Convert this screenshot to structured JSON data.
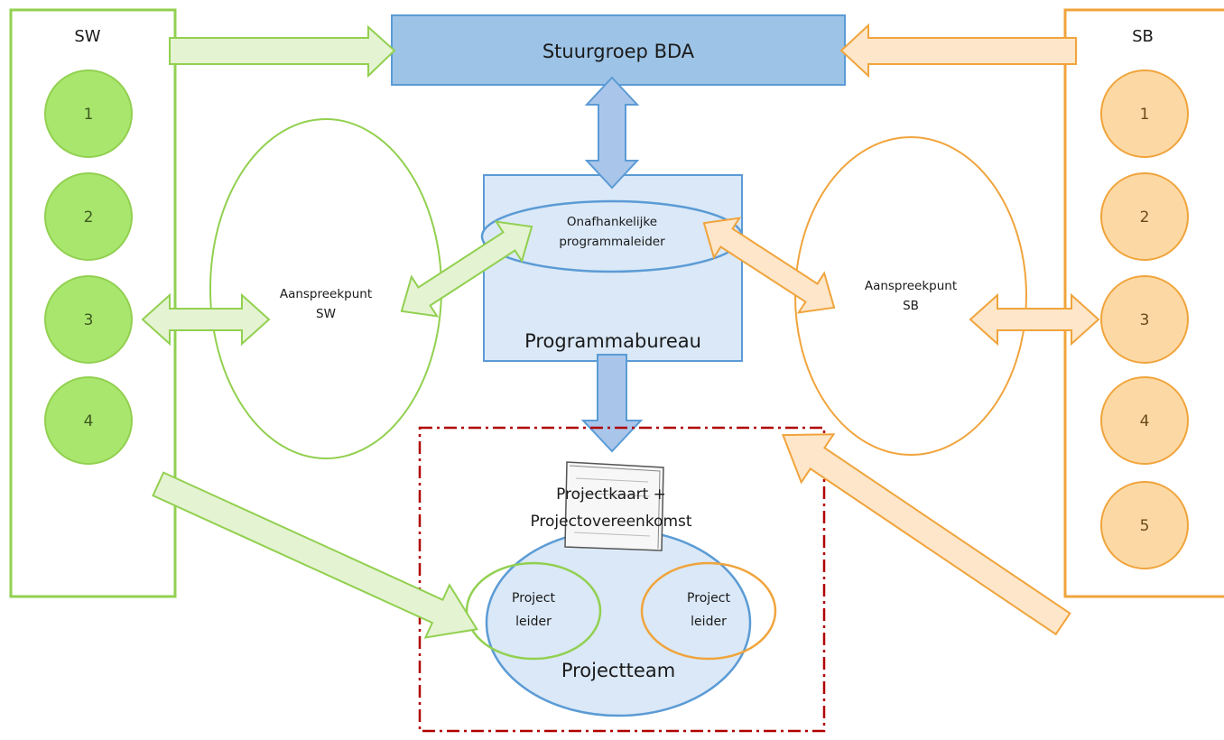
{
  "colors": {
    "green_stroke": "#92d050",
    "green_fill": "#a9e66e",
    "green_arrow_fill": "#e4f3d2",
    "orange_stroke": "#f0a43c",
    "orange_fill": "#fcd9a4",
    "orange_arrow_fill": "#fde6c9",
    "blue_stroke": "#5b9bd5",
    "blue_header_fill": "#9dc3e6",
    "blue_light_fill": "#dae8f7",
    "blue_arrow_fill": "#a9c6ea",
    "dashed_border": "#b00000"
  },
  "left_group": {
    "label": "SW",
    "items": [
      "1",
      "2",
      "3",
      "4"
    ]
  },
  "right_group": {
    "label": "SB",
    "items": [
      "1",
      "2",
      "3",
      "4",
      "5"
    ]
  },
  "steering_group": {
    "label": "Stuurgroep BDA"
  },
  "program_office": {
    "label": "Programmabureau",
    "leader_line1": "Onafhankelijke",
    "leader_line2": "programmaleider"
  },
  "contact_sw": {
    "line1": "Aanspreekpunt",
    "line2": "SW"
  },
  "contact_sb": {
    "line1": "Aanspreekpunt",
    "line2": "SB"
  },
  "project_docs": {
    "line1": "Projectkaart +",
    "line2": "Projectovereenkomst"
  },
  "project_team": {
    "label": "Projectteam",
    "leader_left_line1": "Project",
    "leader_left_line2": "leider",
    "leader_right_line1": "Project",
    "leader_right_line2": "leider"
  }
}
